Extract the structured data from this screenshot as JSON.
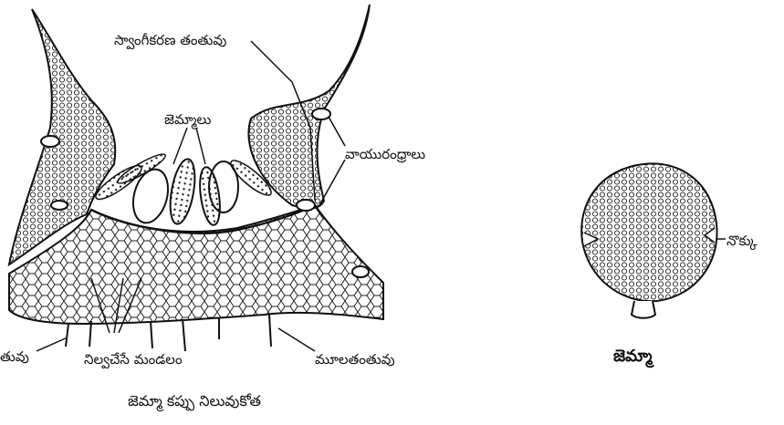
{
  "labels": {
    "rhizoid_filament_top": "స్వాంగీకరణ తంతువు",
    "gemmae": "జెమ్మాలు",
    "air_pores": "వాయురంధ్రాలు",
    "storage_zone": "నిల్వచేసే మండలం",
    "rhizoids": "మూలతంతువు",
    "scale_partial": "తువు",
    "notch": "నొక్కు"
  },
  "captions": {
    "left": "జెమ్మా కప్పు నిలువుకోత",
    "right": "జెమ్మా"
  }
}
